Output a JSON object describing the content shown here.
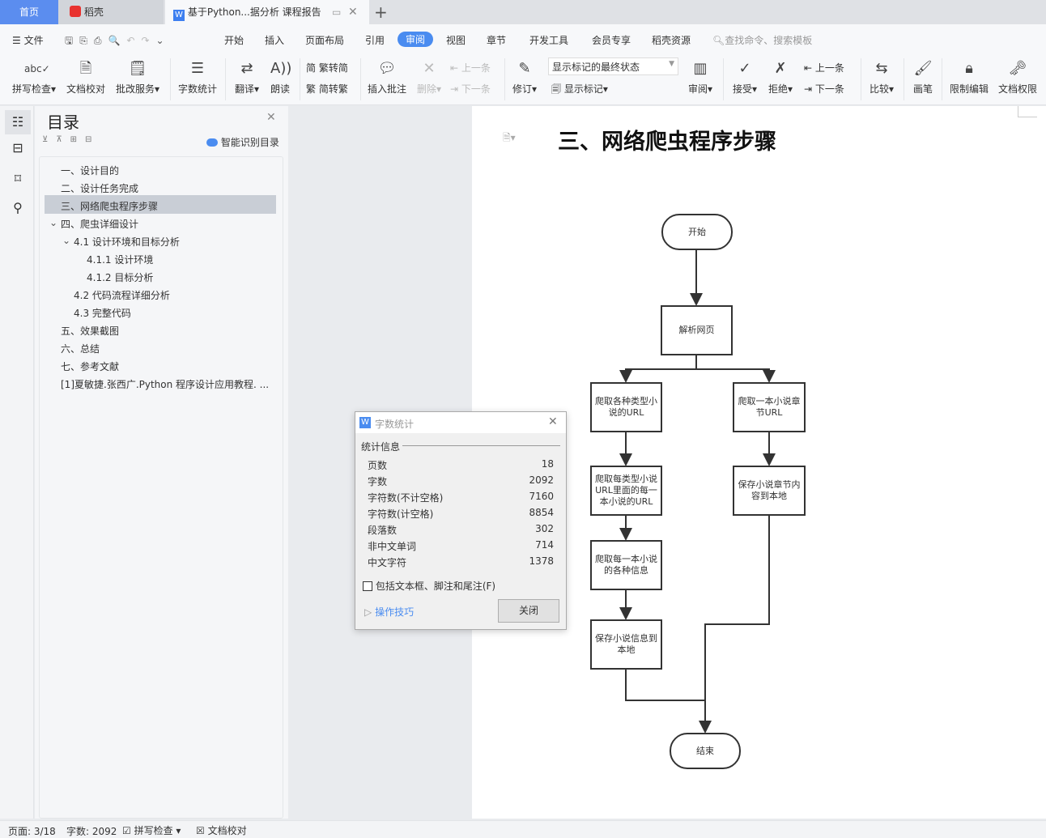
{
  "tabs": {
    "home": "首页",
    "docer": "稻壳",
    "doc": "基于Python...据分析 课程报告",
    "new": "+"
  },
  "menu": {
    "file": "文件",
    "items": [
      "开始",
      "插入",
      "页面布局",
      "引用",
      "审阅",
      "视图",
      "章节",
      "开发工具",
      "会员专享",
      "稻壳资源"
    ],
    "active": "审阅",
    "search": "查找命令、搜索模板"
  },
  "ribbon": {
    "spell": "拼写检查",
    "proof": "文档校对",
    "correct": "批改服务",
    "count": "字数统计",
    "translate": "翻译",
    "read": "朗读",
    "t2s": "繁转简",
    "s2t": "简转繁",
    "comment": "插入批注",
    "delete": "删除",
    "prev": "上一条",
    "next": "下一条",
    "revise": "修订",
    "markup_state": "显示标记的最终状态",
    "show_markup": "显示标记",
    "review": "审阅",
    "accept": "接受",
    "reject": "拒绝",
    "prev2": "上一条",
    "next2": "下一条",
    "compare": "比较",
    "pen": "画笔",
    "restrict": "限制编辑",
    "rights": "文档权限"
  },
  "toc": {
    "title": "目录",
    "smart": "智能识别目录",
    "items": [
      {
        "label": "一、设计目的",
        "level": 0
      },
      {
        "label": "二、设计任务完成",
        "level": 0
      },
      {
        "label": "三、网络爬虫程序步骤",
        "level": 0,
        "selected": true
      },
      {
        "label": "四、爬虫详细设计",
        "level": 0,
        "expanded": true
      },
      {
        "label": "4.1 设计环境和目标分析",
        "level": 1,
        "expanded": true
      },
      {
        "label": "4.1.1 设计环境",
        "level": 2
      },
      {
        "label": "4.1.2 目标分析",
        "level": 2
      },
      {
        "label": "4.2 代码流程详细分析",
        "level": 1
      },
      {
        "label": "4.3 完整代码",
        "level": 1
      },
      {
        "label": "五、效果截图",
        "level": 0
      },
      {
        "label": "六、总结",
        "level": 0
      },
      {
        "label": "七、参考文献",
        "level": 0
      },
      {
        "label": "[1]夏敏捷.张西广.Python 程序设计应用教程. ...",
        "level": 0
      }
    ]
  },
  "doc": {
    "heading": "三、网络爬虫程序步骤",
    "flow": {
      "start": "开始",
      "parse": "解析网页",
      "l1": "爬取各种类型小说的URL",
      "r1": "爬取一本小说章节URL",
      "l2": "爬取每类型小说URL里面的每一本小说的URL",
      "r2": "保存小说章节内容到本地",
      "l3": "爬取每一本小说的各种信息",
      "l4": "保存小说信息到本地",
      "end": "结束"
    }
  },
  "dialog": {
    "title": "字数统计",
    "section": "统计信息",
    "rows": [
      [
        "页数",
        "18"
      ],
      [
        "字数",
        "2092"
      ],
      [
        "字符数(不计空格)",
        "7160"
      ],
      [
        "字符数(计空格)",
        "8854"
      ],
      [
        "段落数",
        "302"
      ],
      [
        "非中文单词",
        "714"
      ],
      [
        "中文字符",
        "1378"
      ]
    ],
    "checkbox": "包括文本框、脚注和尾注(F)",
    "tips": "操作技巧",
    "close": "关闭"
  },
  "status": {
    "page": "页面: 3/18",
    "words": "字数: 2092",
    "spell": "拼写检查",
    "proof": "文档校对"
  }
}
